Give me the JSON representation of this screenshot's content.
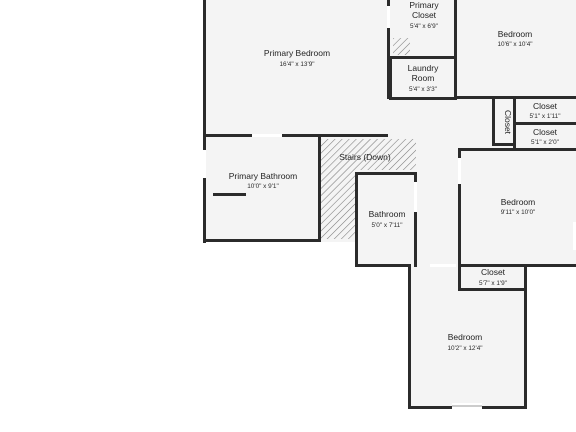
{
  "plan": {
    "rooms": [
      {
        "id": "primary-bedroom",
        "name": "Primary Bedroom",
        "dims": "16'4\" x 13'9\""
      },
      {
        "id": "primary-closet",
        "name": "Primary Closet",
        "dims": "5'4\" x 6'9\""
      },
      {
        "id": "bedroom-ne",
        "name": "Bedroom",
        "dims": "10'6\" x 10'4\""
      },
      {
        "id": "laundry-room",
        "name": "Laundry Room",
        "dims": "5'4\" x 3'3\""
      },
      {
        "id": "closet-upper",
        "name": "Closet",
        "dims": "5'1\" x 1'11\""
      },
      {
        "id": "closet-lower",
        "name": "Closet",
        "dims": "5'1\" x 2'0\""
      },
      {
        "id": "closet-hall",
        "name": "Closet",
        "dims": ""
      },
      {
        "id": "primary-bathroom",
        "name": "Primary Bathroom",
        "dims": "10'0\" x 9'1\""
      },
      {
        "id": "stairs",
        "name": "Stairs (Down)",
        "dims": ""
      },
      {
        "id": "bathroom",
        "name": "Bathroom",
        "dims": "5'0\" x 7'11\""
      },
      {
        "id": "bedroom-e",
        "name": "Bedroom",
        "dims": "9'11\" x 10'0\""
      },
      {
        "id": "closet-south",
        "name": "Closet",
        "dims": "5'7\" x 1'9\""
      },
      {
        "id": "bedroom-s",
        "name": "Bedroom",
        "dims": "10'2\" x 12'4\""
      }
    ],
    "colors": {
      "wall": "#2b2b2b",
      "floor": "#f4f4f4",
      "hatch": "#7a7a7a",
      "background": "#ffffff"
    }
  }
}
